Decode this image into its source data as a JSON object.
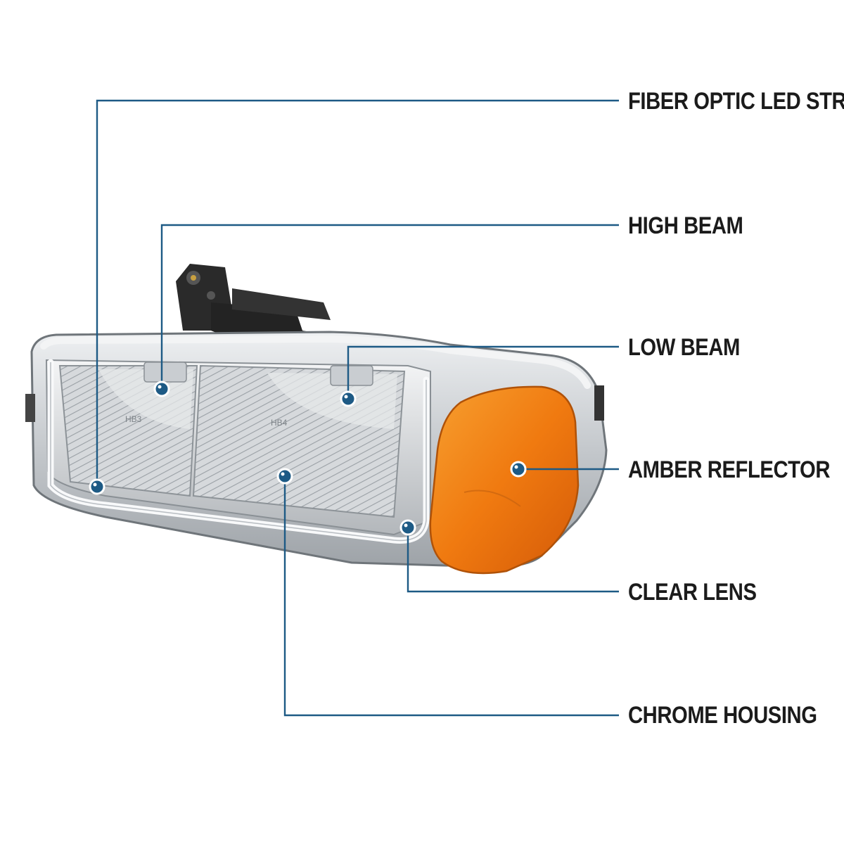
{
  "colors": {
    "callout": "#1d5a85",
    "amber": "#f07a10",
    "chrome": "#c9ccd0",
    "bracket": "#262626"
  },
  "callouts": [
    {
      "id": "fiber-optic-led-strip",
      "label": "FIBER OPTIC LED STRIP"
    },
    {
      "id": "high-beam",
      "label": "HIGH BEAM"
    },
    {
      "id": "low-beam",
      "label": "LOW BEAM"
    },
    {
      "id": "amber-reflector",
      "label": "AMBER REFLECTOR"
    },
    {
      "id": "clear-lens",
      "label": "CLEAR LENS"
    },
    {
      "id": "chrome-housing",
      "label": "CHROME HOUSING"
    }
  ],
  "lens_markings": {
    "high": "HB3",
    "low": "HB4"
  }
}
